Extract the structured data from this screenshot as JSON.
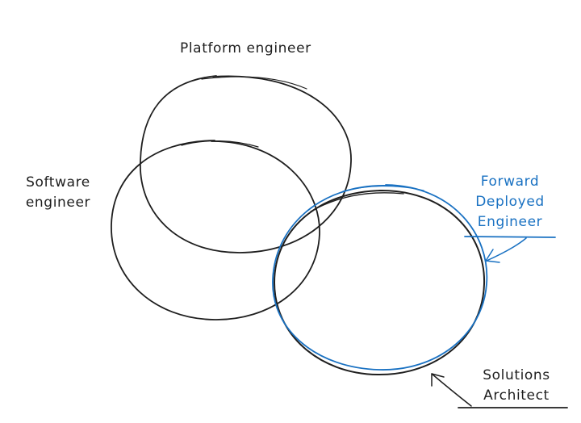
{
  "labels": {
    "platform": "Platform engineer",
    "software_line1": "Software",
    "software_line2": "engineer",
    "fde_line1": "Forward",
    "fde_line2": "Deployed",
    "fde_line3": "Engineer",
    "sa_line1": "Solutions",
    "sa_line2": "Architect"
  },
  "colors": {
    "ink": "#1e1e1e",
    "accent": "#1971c2"
  }
}
